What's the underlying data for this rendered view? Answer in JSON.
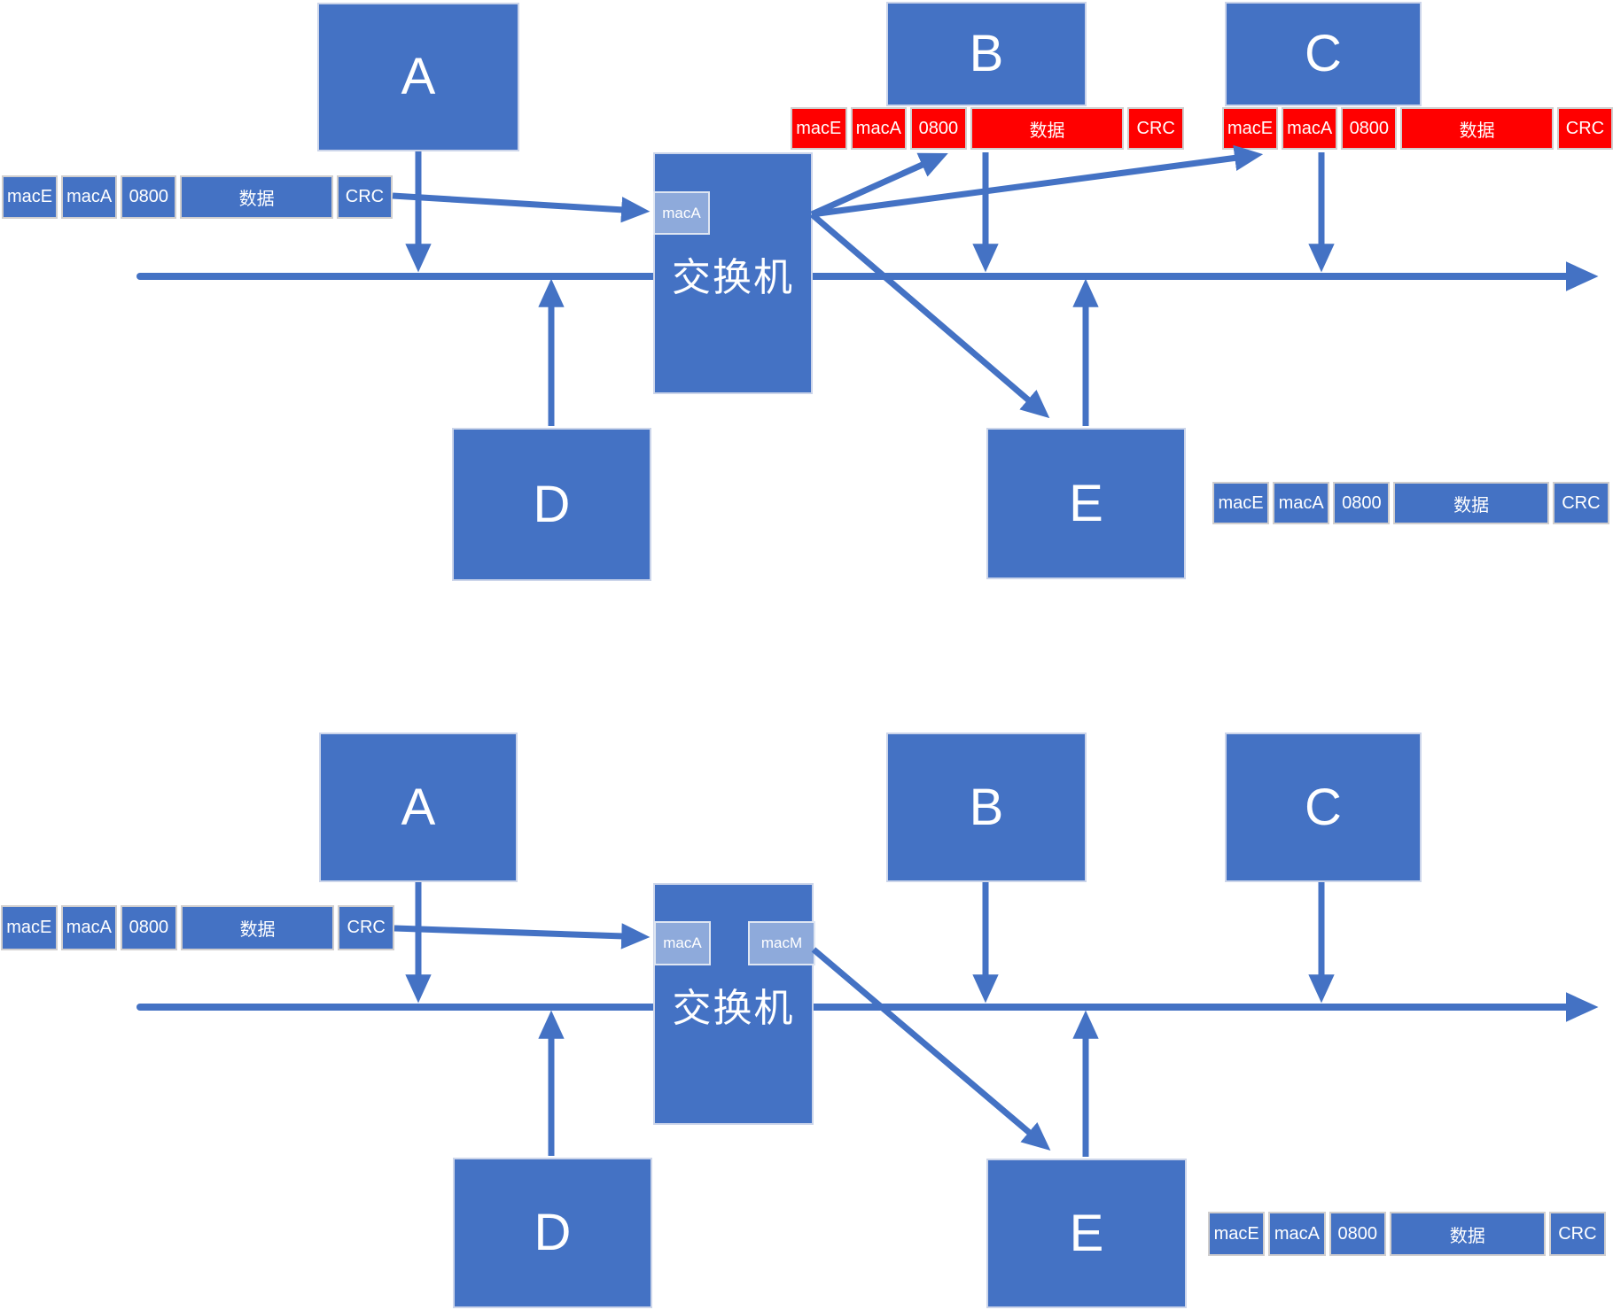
{
  "switch": {
    "label": "交换机"
  },
  "hosts": {
    "A": "A",
    "B": "B",
    "C": "C",
    "D": "D",
    "E": "E"
  },
  "ports": {
    "macA": "macA",
    "macM": "macM"
  },
  "frame_cells": [
    "macE",
    "macA",
    "0800",
    "数据",
    "CRC"
  ],
  "colors": {
    "primary_blue": "#4472C4",
    "frame_red": "#FF0000",
    "port_fill": "#8EAADB",
    "port_border": "#DFE6F2",
    "cell_border": "#D0CECE",
    "box_border": "#CCD5EA"
  }
}
